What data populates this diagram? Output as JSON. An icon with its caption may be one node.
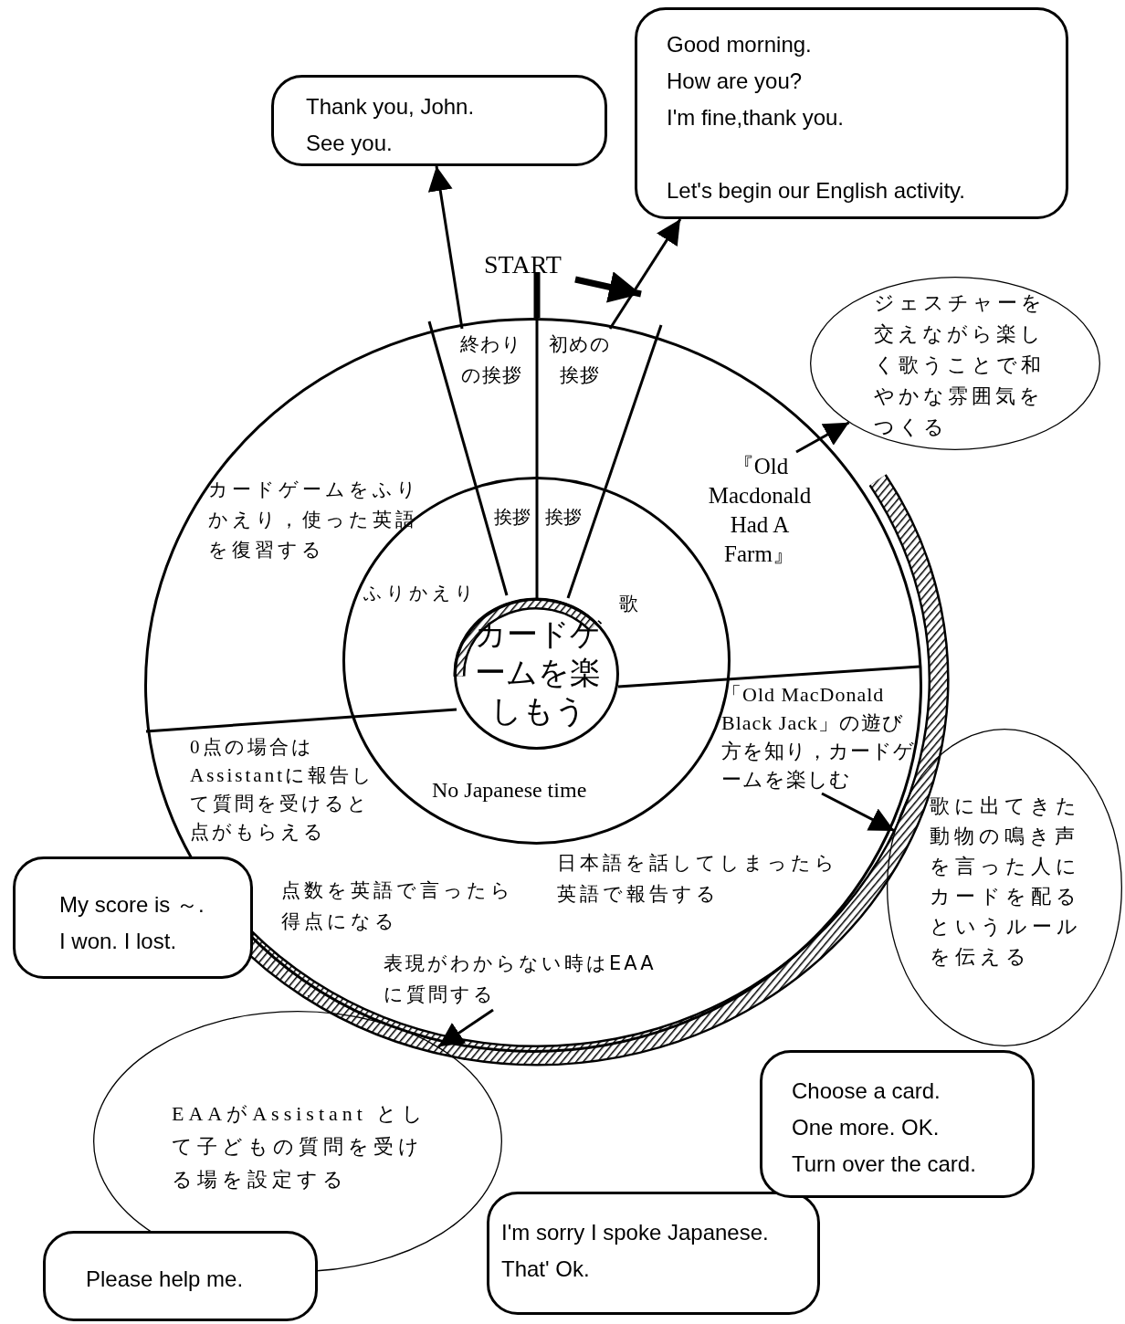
{
  "diagram": {
    "nodes": [
      {
        "text": [],
        "shape": "circle"
      },
      {
        "text": [],
        "shape": "circle",
        "in": 0
      },
      {
        "text": [
          "カードゲームを楽しもう"
        ],
        "in": 1
      },
      {
        "text": [
          "終わりの挨拶"
        ],
        "in": 0
      },
      {
        "text": [
          "初めの挨拶"
        ],
        "in": 0
      },
      {
        "text": [
          "『Old Macdonald Had A Farm』"
        ],
        "in": 0
      },
      {
        "text": [
          "「Old MacDonald Black Jack」の遊び方を知り，カードゲームを楽しむ"
        ],
        "in": 0
      },
      {
        "text": [
          "表現がわからない時はEAAに質問する"
        ],
        "in": 0
      },
      {
        "text": [
          "Thank you, John.",
          "See you."
        ]
      },
      {
        "text": [
          "Good morning.",
          "How are you?",
          "I'm fine,thank you.",
          "Let's begin our English activity."
        ]
      },
      {
        "text": [
          "ジェスチャーを交えながら楽しく歌うことで和やかな雰囲気をつくる"
        ]
      },
      {
        "text": [
          "歌に出てきた動物の鳴き声を言った人にカードを配るというルールを伝える"
        ]
      },
      {
        "text": [
          "EAAがAssistant として子どもの質問を受ける場を設定する"
        ]
      },
      {
        "text": [
          "My score is ～.",
          "I won. I lost."
        ]
      },
      {
        "text": [
          "Please help me."
        ]
      },
      {
        "text": [
          "I'm sorry I spoke Japanese.",
          "That' Ok."
        ]
      },
      {
        "text": [
          "Choose a card.",
          "One more. OK.",
          "Turn over the card."
        ]
      }
    ],
    "edges": [
      {
        "from": 3,
        "to": 8,
        "arrow": "to"
      },
      {
        "from": 4,
        "to": 9,
        "arrow": "to"
      },
      {
        "from": 5,
        "to": 10,
        "arrow": "to"
      },
      {
        "from": 6,
        "to": 11,
        "arrow": "to"
      },
      {
        "from": 7,
        "to": 12,
        "arrow": "to"
      }
    ],
    "labels": [
      "START",
      "挨拶",
      "挨拶",
      "カードゲームをふりかえり，使った英語を復習する",
      "ふりかえり",
      "歌",
      "0点の場合はAssistantに報告して質問を受けると点がもらえる",
      "No Japanese time",
      "日本語を話してしまったら英語で報告する",
      "点数を英語で言ったら得点になる"
    ]
  }
}
